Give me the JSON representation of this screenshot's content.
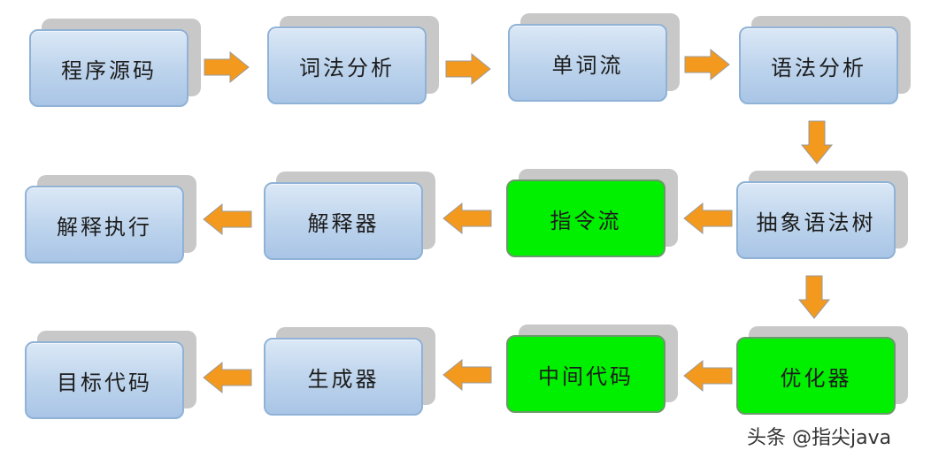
{
  "nodes": {
    "source_code": "程序源码",
    "lexical_analysis": "词法分析",
    "token_stream": "单词流",
    "syntax_analysis": "语法分析",
    "ast": "抽象语法树",
    "instruction_stream": "指令流",
    "interpreter": "解释器",
    "interpret_execute": "解释执行",
    "optimizer": "优化器",
    "intermediate_code": "中间代码",
    "generator": "生成器",
    "target_code": "目标代码"
  },
  "colors": {
    "box_blue": "#bcd3ec",
    "box_green": "#00f000",
    "arrow_orange": "#f39a1e",
    "shadow_gray": "#c8c8c8"
  },
  "watermark": "头条 @指尖java"
}
